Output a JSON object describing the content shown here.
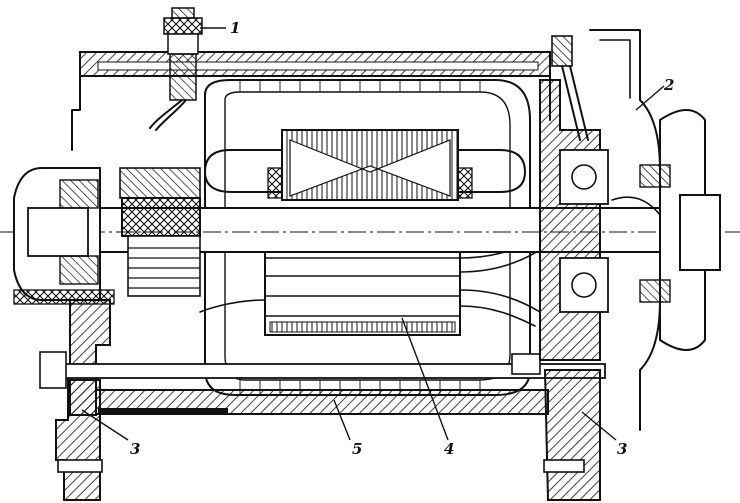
{
  "callouts": [
    {
      "id": "1",
      "text": "1"
    },
    {
      "id": "2",
      "text": "2"
    },
    {
      "id": "3-left",
      "text": "3"
    },
    {
      "id": "3-right",
      "text": "3"
    },
    {
      "id": "4",
      "text": "4"
    },
    {
      "id": "5",
      "text": "5"
    }
  ],
  "colors": {
    "ink": "#111111",
    "paper": "#ffffff"
  }
}
